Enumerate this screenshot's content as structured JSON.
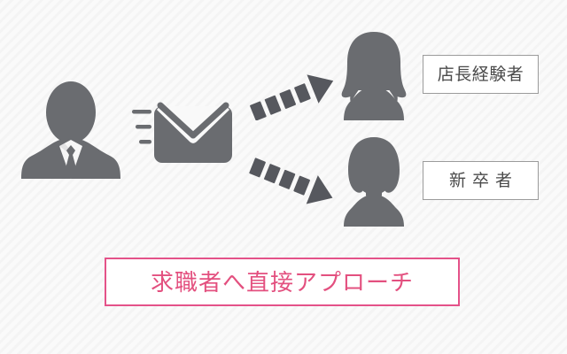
{
  "graphic": {
    "title": "求職者へ直接アプローチ",
    "background_color": "#f7f7f7",
    "silhouette_color": "#6a6c70",
    "accent_color": "#e3507f",
    "border_color": "#9b9b9b"
  },
  "sender": {
    "icon": "businessman-silhouette-icon",
    "description": "businessman-in-suit-avatar"
  },
  "message": {
    "icon": "envelope-icon",
    "motion_lines": 3
  },
  "arrows": [
    {
      "name": "arrow-to-manager",
      "icon": "dashed-arrow-up-right-icon",
      "dashes": 4
    },
    {
      "name": "arrow-to-graduate",
      "icon": "dashed-arrow-down-right-icon",
      "dashes": 4
    }
  ],
  "recipients": [
    {
      "icon": "woman-long-hair-silhouette-icon",
      "label": "店長経験者"
    },
    {
      "icon": "woman-bob-hair-silhouette-icon",
      "label": "新卒者"
    }
  ],
  "banner": {
    "text": "求職者へ直接アプローチ",
    "text_color": "#e3507f",
    "border_color": "#e45289"
  }
}
